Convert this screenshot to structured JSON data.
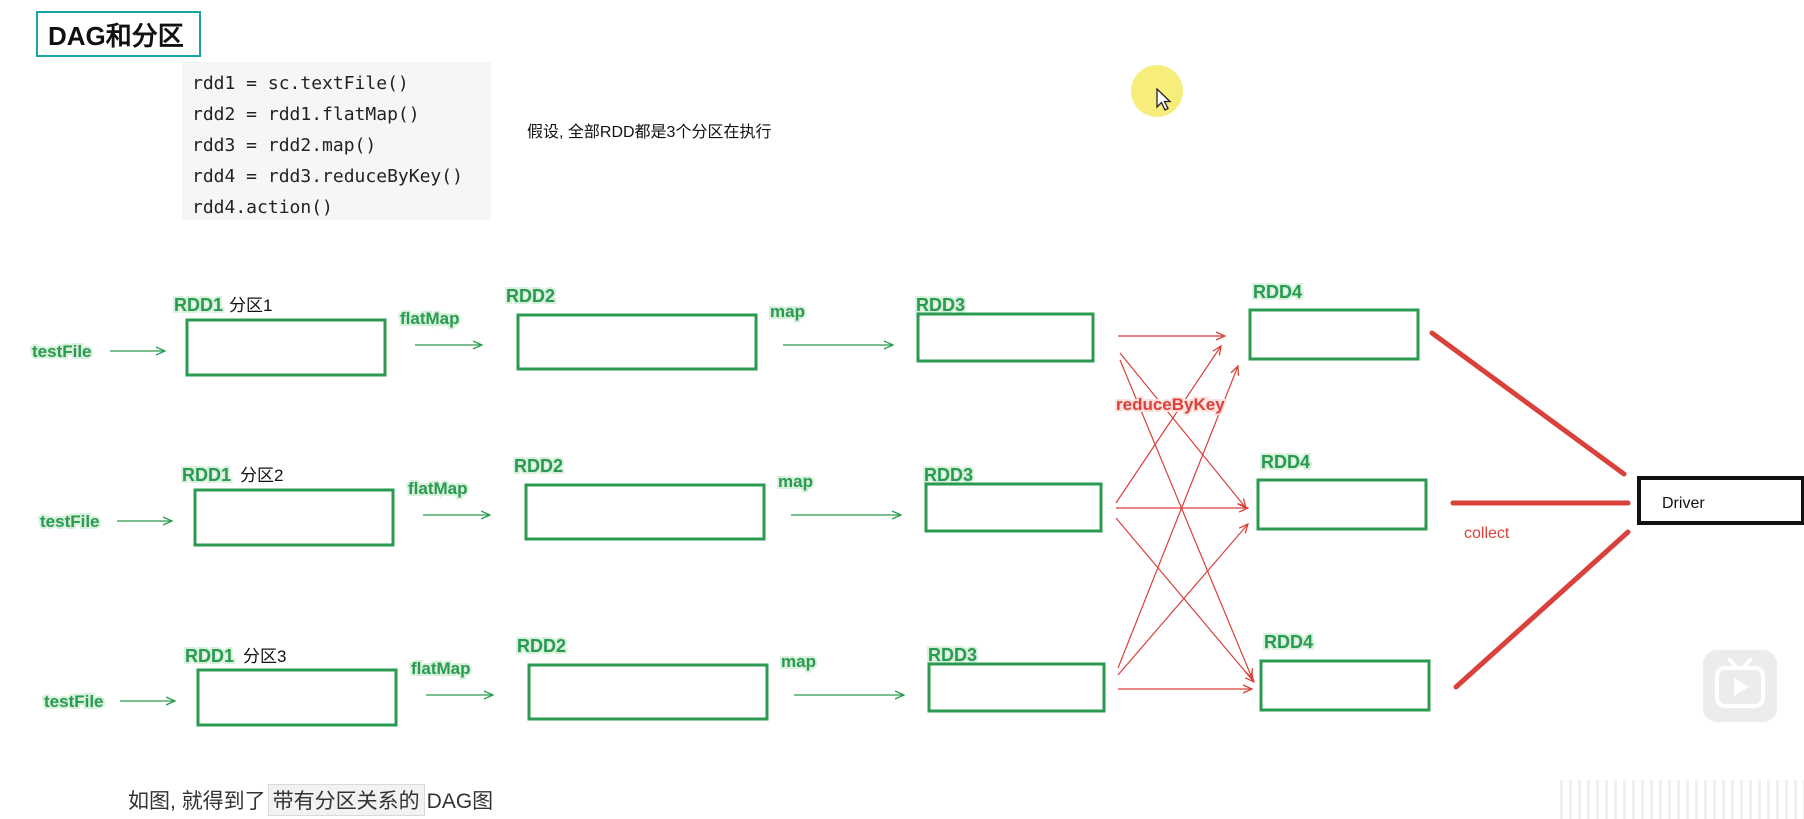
{
  "title": "DAG和分区",
  "code_lines": [
    "rdd1 = sc.textFile()",
    "rdd2 = rdd1.flatMap()",
    "rdd3 = rdd2.map()",
    "rdd4 = rdd3.reduceByKey()",
    "rdd4.action()"
  ],
  "note": "假设, 全部RDD都是3个分区在执行",
  "rows": [
    {
      "source": "testFile",
      "rdd1_label": "RDD1",
      "partition": "分区1",
      "op1": "flatMap",
      "rdd2_label": "RDD2",
      "op2": "map",
      "rdd3_label": "RDD3",
      "rdd4_label": "RDD4"
    },
    {
      "source": "testFile",
      "rdd1_label": "RDD1",
      "partition": "分区2",
      "op1": "flatMap",
      "rdd2_label": "RDD2",
      "op2": "map",
      "rdd3_label": "RDD3",
      "rdd4_label": "RDD4"
    },
    {
      "source": "testFile",
      "rdd1_label": "RDD1",
      "partition": "分区3",
      "op1": "flatMap",
      "rdd2_label": "RDD2",
      "op2": "map",
      "rdd3_label": "RDD3",
      "rdd4_label": "RDD4"
    }
  ],
  "shuffle_label": "reduceByKey",
  "driver_label": "Driver",
  "collect_label": "collect",
  "caption": {
    "prefix": "如图, 就得到了",
    "highlight": "带有分区关系的",
    "suffix": " DAG图"
  },
  "colors": {
    "green": "#2a9a50",
    "red": "#d9413a",
    "teal": "#1aa5a5"
  }
}
